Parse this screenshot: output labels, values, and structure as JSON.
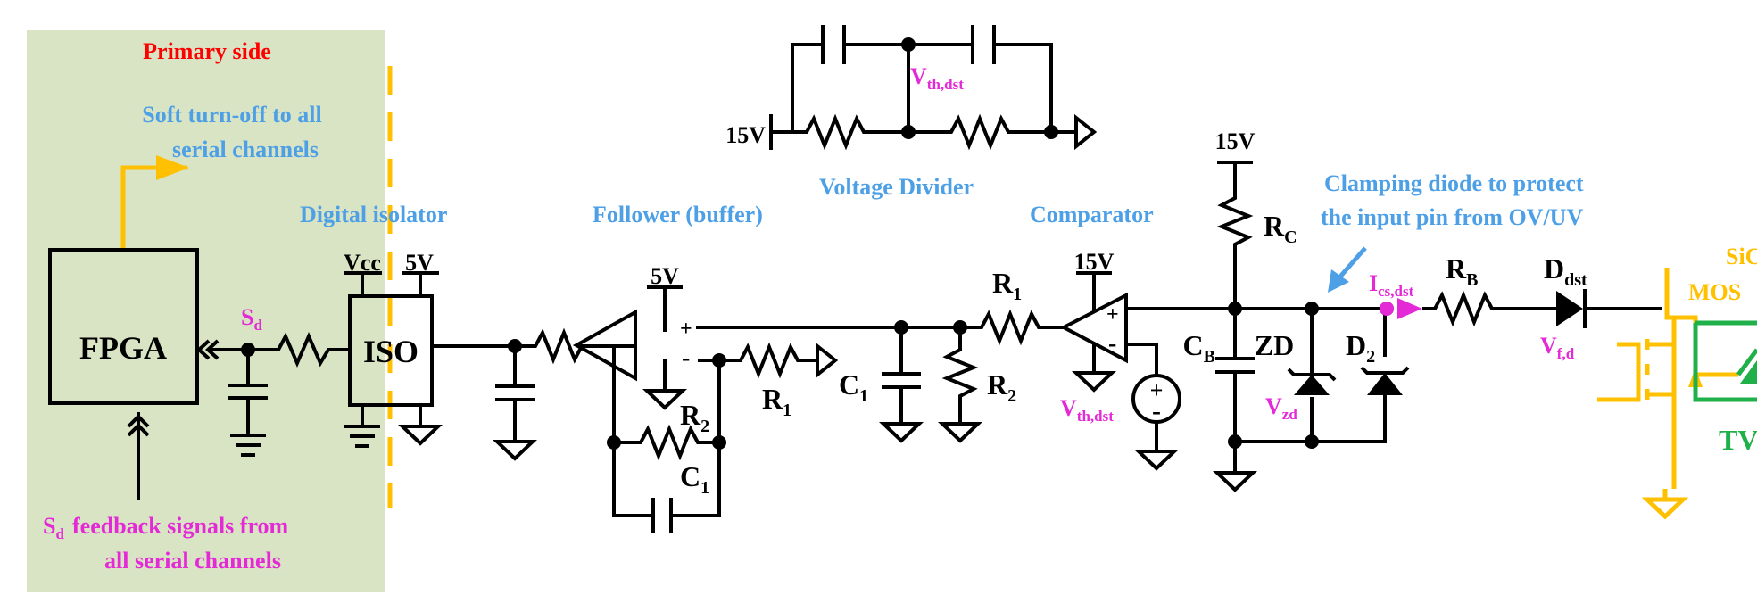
{
  "colors": {
    "primary_bg": "#d9e4c4",
    "red_label": "#ff0000",
    "blue_label": "#4ea0e6",
    "magenta_label": "#e42ad6",
    "orange": "#ffc000",
    "green": "#1fb04a"
  },
  "labels": {
    "primary_side": "Primary side",
    "soft_turnoff_1": "Soft turn-off to all",
    "soft_turnoff_2": "serial channels",
    "feedback_1": "feedback signals from",
    "feedback_2": "all serial channels",
    "digital_isolator": "Digital isolator",
    "follower": "Follower (buffer)",
    "voltage_divider": "Voltage Divider",
    "comparator": "Comparator",
    "clamp_1": "Clamping diode to protect",
    "clamp_2": "the input pin from OV/UV",
    "sic_1": "SiC",
    "sic_2": "MOS",
    "tvs": "TV"
  },
  "components": {
    "fpga": "FPGA",
    "iso": "ISO",
    "vcc": "Vcc",
    "v5_iso": "5V",
    "v5_opamp": "5V",
    "v15_comp": "15V",
    "v15_rc": "15V",
    "v15_div": "15V",
    "sd": {
      "main": "S",
      "sub": "d"
    },
    "sd_feedback": {
      "main": "S",
      "sub": "d"
    },
    "r2_follower": {
      "main": "R",
      "sub": "2"
    },
    "c1_follower": {
      "main": "C",
      "sub": "1"
    },
    "r1_follower": {
      "main": "R",
      "sub": "1"
    },
    "c1_filter": {
      "main": "C",
      "sub": "1"
    },
    "r1_filter": {
      "main": "R",
      "sub": "1"
    },
    "r2_filter": {
      "main": "R",
      "sub": "2"
    },
    "vth_source": {
      "main": "V",
      "sub": "th,dst"
    },
    "vth_divider": {
      "main": "V",
      "sub": "th,dst"
    },
    "rc": {
      "main": "R",
      "sub": "C"
    },
    "cb": {
      "main": "C",
      "sub": "B"
    },
    "zd": "ZD",
    "vzd": {
      "main": "V",
      "sub": "zd"
    },
    "d2": {
      "main": "D",
      "sub": "2"
    },
    "ics": {
      "main": "I",
      "sub": "cs,dst"
    },
    "rb": {
      "main": "R",
      "sub": "B"
    },
    "ddst": {
      "main": "D",
      "sub": "dst"
    },
    "vfd": {
      "main": "V",
      "sub": "f,d"
    },
    "op_plus": "+",
    "op_minus": "-",
    "src_plus": "+",
    "src_minus": "-"
  }
}
